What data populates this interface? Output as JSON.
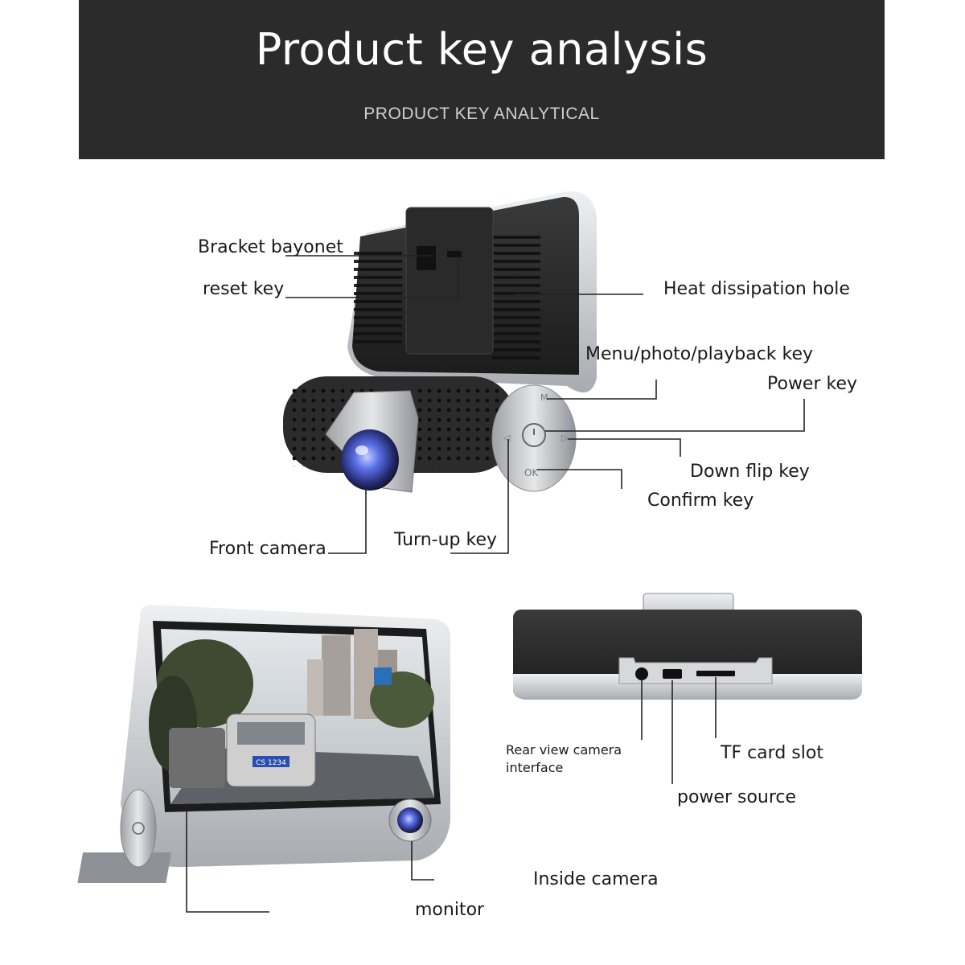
{
  "header": {
    "title": "Product key analysis",
    "subtitle": "PRODUCT KEY ANALYTICAL"
  },
  "labels": {
    "bracket_bayonet": "Bracket bayonet",
    "reset_key": "reset key",
    "heat_dissipation_hole": "Heat dissipation hole",
    "menu_key": "Menu/photo/playback key",
    "power_key": "Power key",
    "down_flip_key": "Down flip key",
    "confirm_key": "Confirm key",
    "front_camera": "Front camera",
    "turn_up_key": "Turn-up key",
    "rear_view_line1": "Rear view camera",
    "rear_view_line2": "interface",
    "tf_card_slot": "TF card slot",
    "power_source": "power source",
    "inside_camera": "Inside camera",
    "monitor": "monitor"
  },
  "screen_sign": "CS 1234",
  "colors": {
    "banner": "#2b2b2b",
    "device_dark": "#2f2f2f",
    "device_silver": "#c9cbce",
    "lens_blue": "#4b5fd6",
    "leader_line": "#222222"
  }
}
